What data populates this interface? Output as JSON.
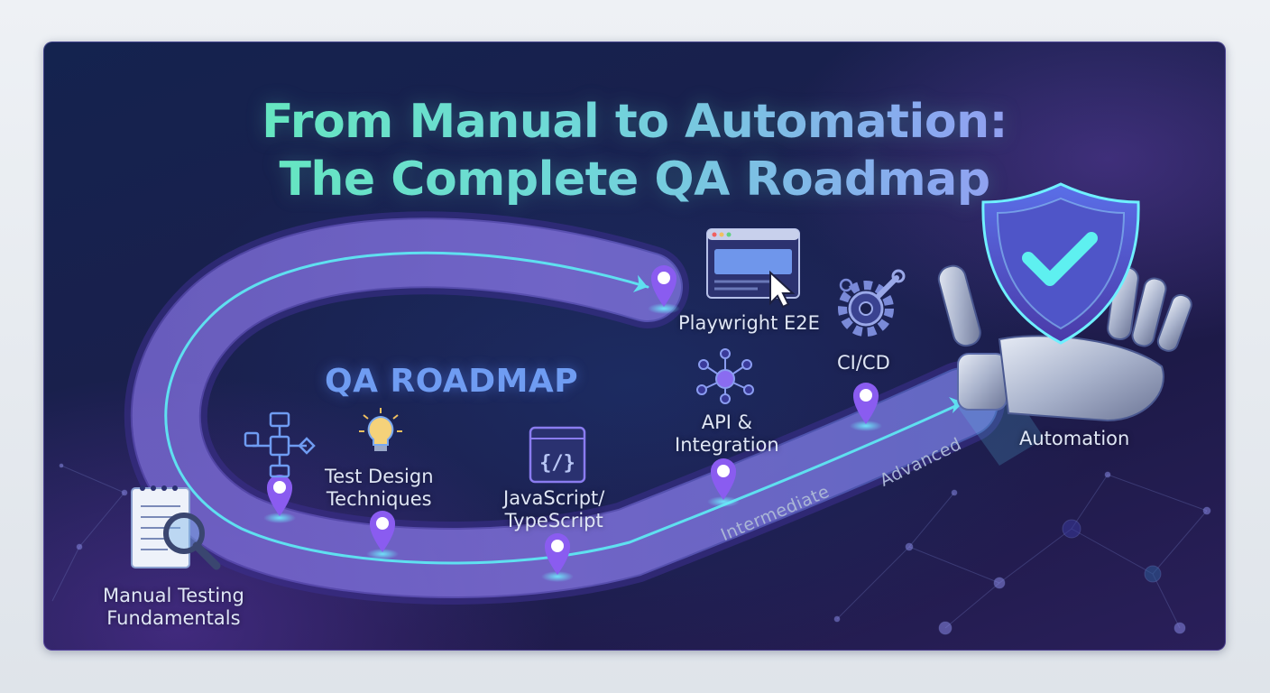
{
  "title": {
    "line1": "From Manual to Automation:",
    "line2": "The Complete QA Roadmap"
  },
  "center_label": "QA ROADMAP",
  "stages": {
    "manual": "Manual Testing Fundamentals",
    "manual_l1": "Manual Testing",
    "manual_l2": "Fundamentals",
    "design_l1": "Test Design",
    "design_l2": "Techniques",
    "js_l1": "JavaScript/",
    "js_l2": "TypeScript",
    "api_l1": "API &",
    "api_l2": "Integration",
    "playwright": "Playwright E2E",
    "cicd": "CI/CD",
    "automation": "Automation"
  },
  "levels": {
    "intermediate": "Intermediate",
    "advanced": "Advanced"
  },
  "icons": {
    "manual": "notepad-magnifier-icon",
    "design": "lightbulb-icon",
    "flow": "flowchart-icon",
    "js": "code-window-icon",
    "api": "network-nodes-icon",
    "playwright": "browser-cursor-icon",
    "cicd": "gear-wrench-icon",
    "automation": "robot-hand-shield-icon"
  },
  "colors": {
    "title_start": "#5ef0b0",
    "title_end": "#a88af0",
    "road": "#7a6ad8",
    "road_line": "#5fe0f0",
    "pin": "#8a5cf0",
    "center_label": "#6f9cf2"
  }
}
